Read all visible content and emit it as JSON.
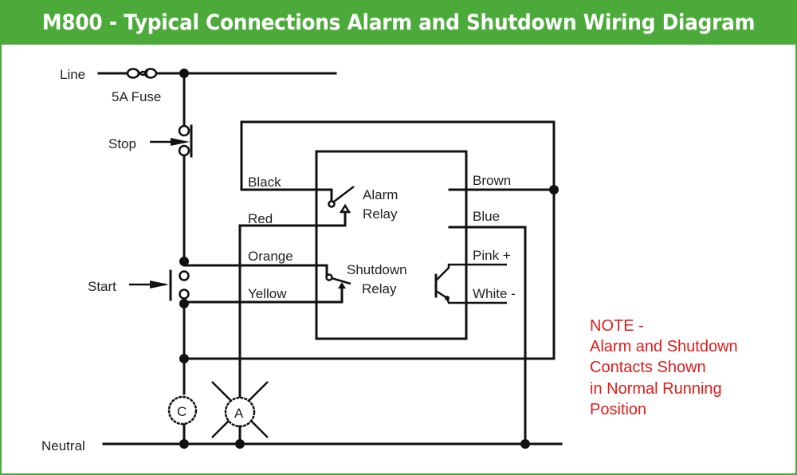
{
  "header": {
    "title": "M800 - Typical Connections Alarm and Shutdown Wiring Diagram",
    "background_color": "#4caa3a"
  },
  "diagram": {
    "labels": {
      "line": "Line",
      "fuse": "5A Fuse",
      "stop": "Stop",
      "start": "Start",
      "neutral": "Neutral"
    },
    "wires_left": {
      "black": "Black",
      "red": "Red",
      "orange": "Orange",
      "yellow": "Yellow"
    },
    "wires_right": {
      "brown": "Brown",
      "blue": "Blue",
      "pink": "Pink +",
      "white": "White -"
    },
    "relays": {
      "alarm_line1": "Alarm",
      "alarm_line2": "Relay",
      "shutdown_line1": "Shutdown",
      "shutdown_line2": "Relay"
    },
    "loads": {
      "contactor": "C",
      "alarm": "A"
    },
    "note": {
      "line1": "NOTE -",
      "line2": "Alarm and Shutdown",
      "line3": "Contacts Shown",
      "line4": "in Normal Running",
      "line5": "Position",
      "color": "#e21b1b"
    }
  }
}
